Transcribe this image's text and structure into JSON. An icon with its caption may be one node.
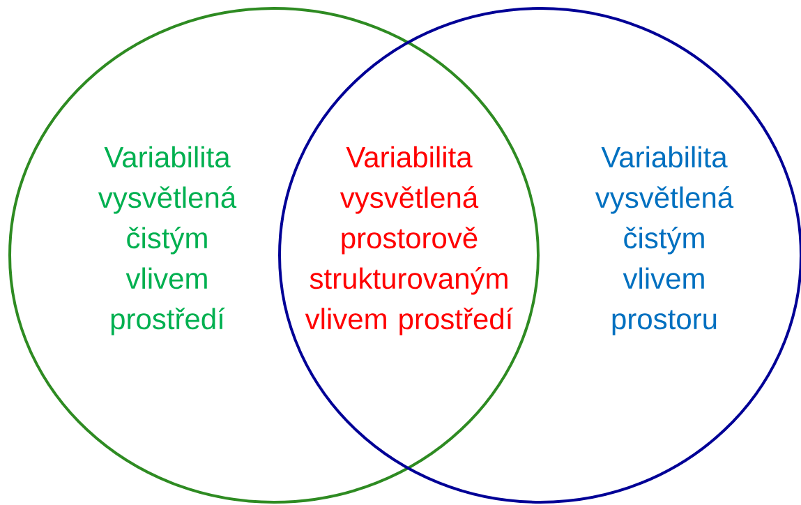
{
  "diagram": {
    "nodes": [
      {
        "text": [
          "Variabilita vysvětlená čistým vlivem prostředí"
        ]
      },
      {
        "text": [
          "Variabilita vysvětlená čistým vlivem prostoru"
        ]
      }
    ],
    "labels": [
      "Variabilita vysvětlená prostorově strukturovaným vlivem prostředí"
    ]
  }
}
